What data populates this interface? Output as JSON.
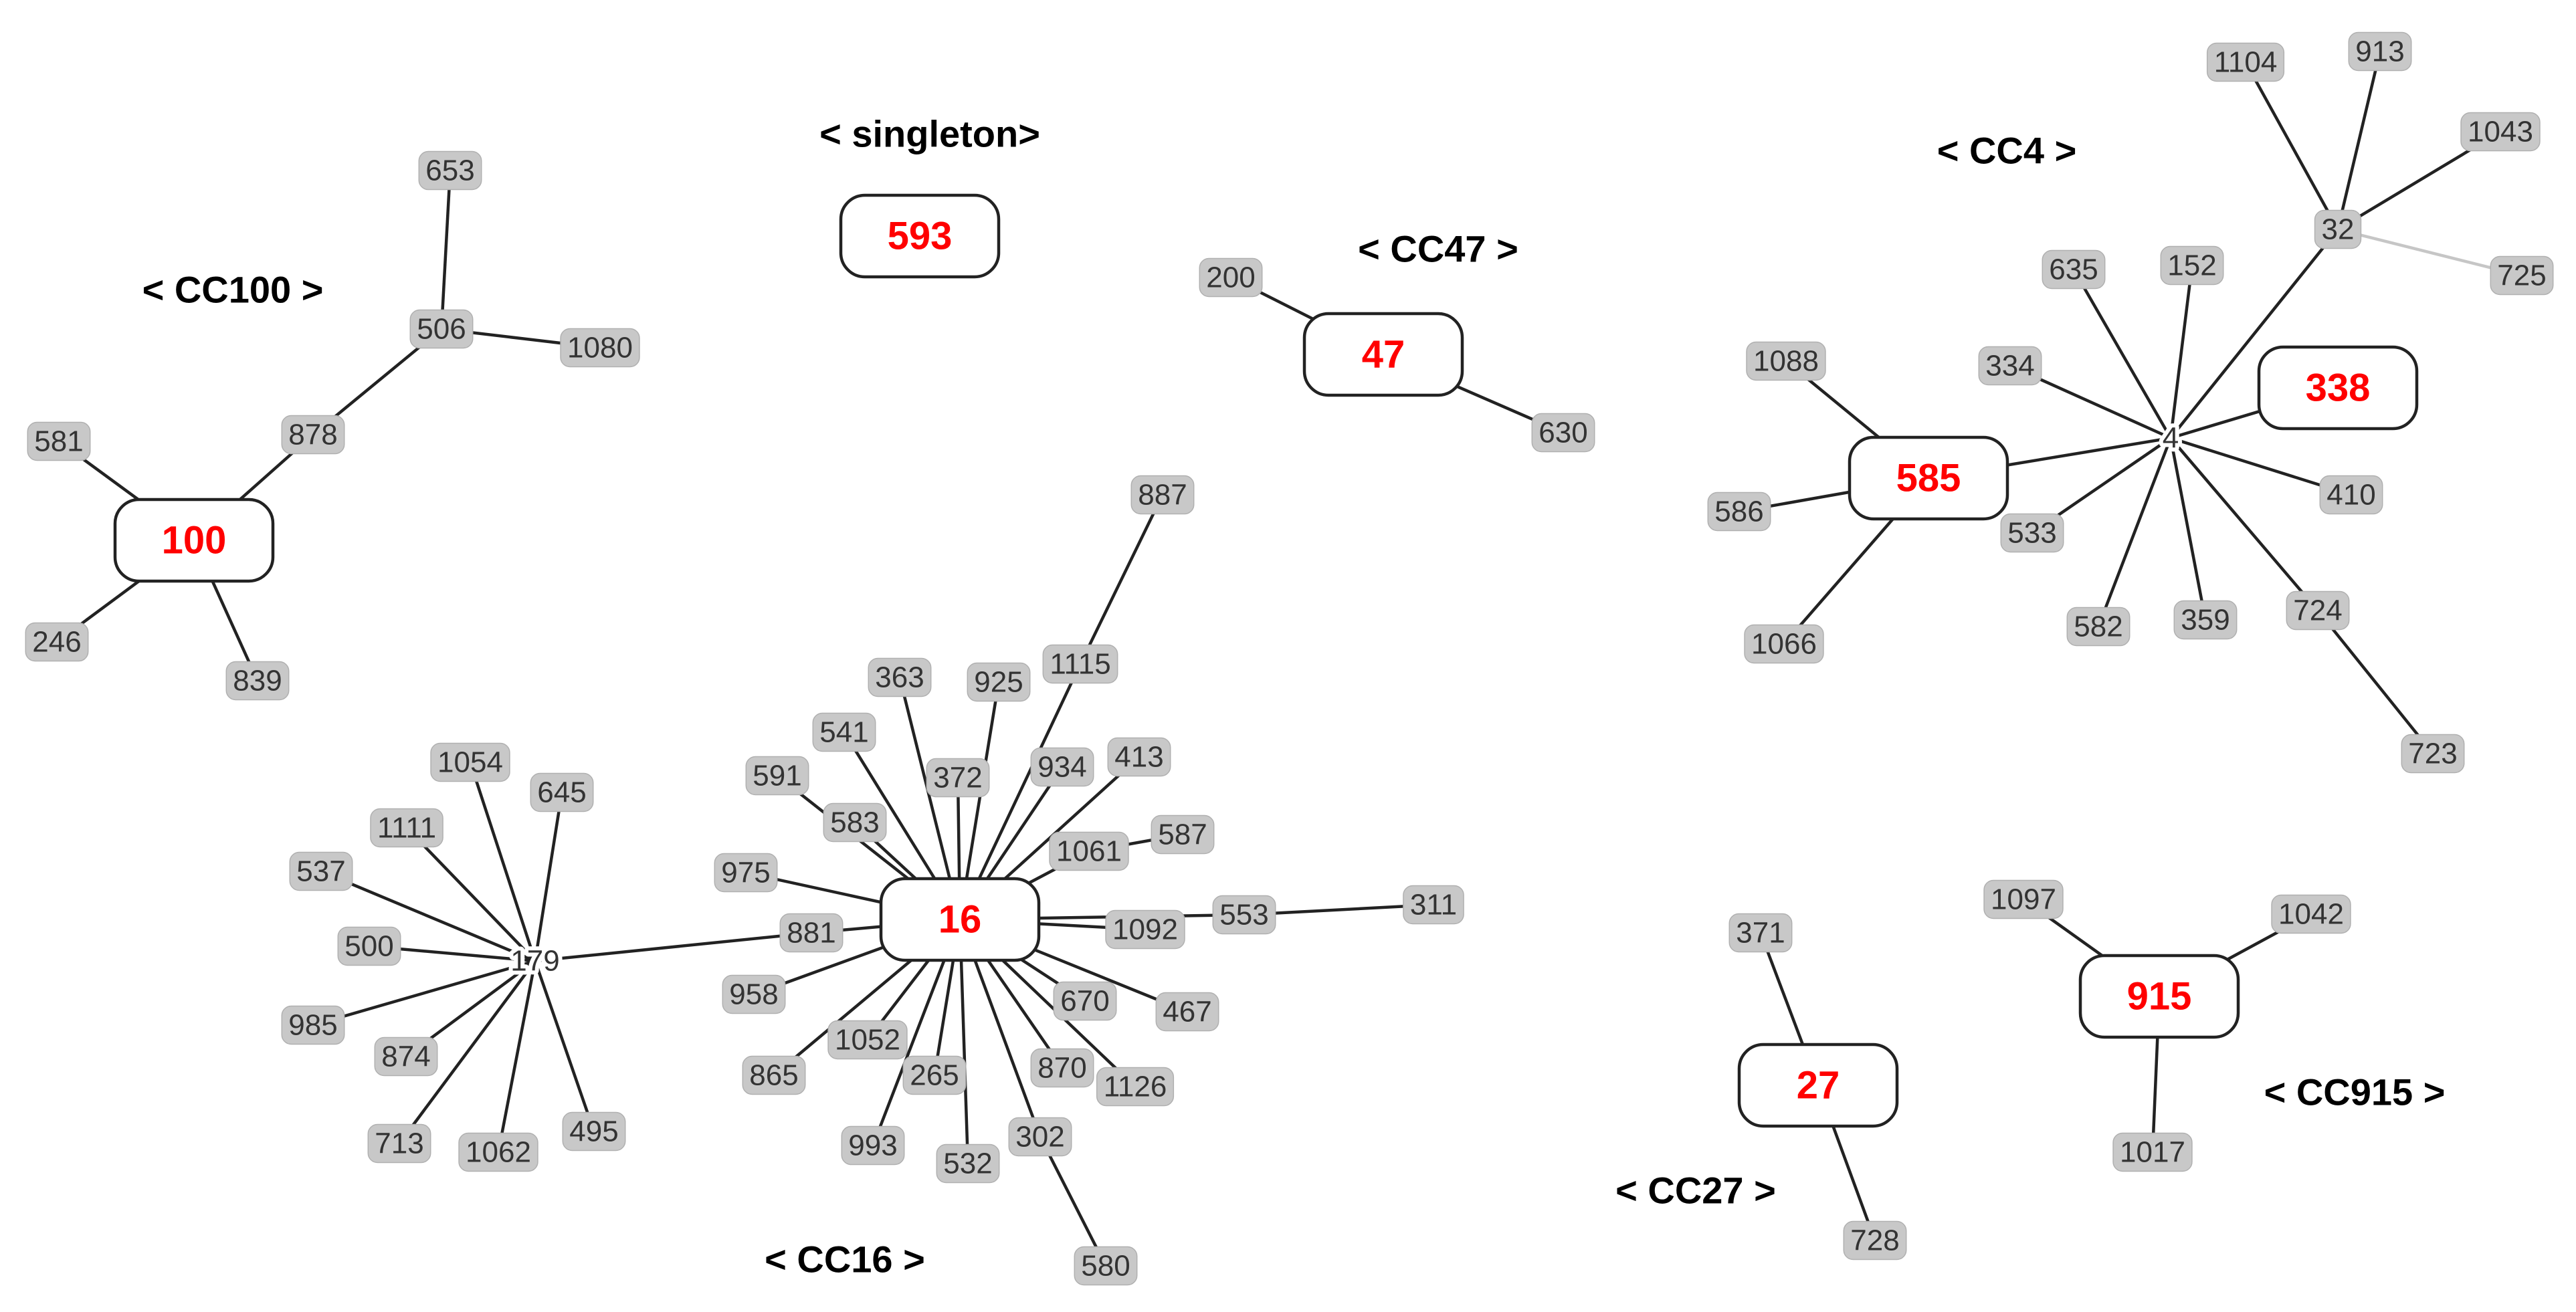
{
  "colors": {
    "founder_text": "#ff0000",
    "leaf_fill": "#c8c8c8",
    "edge": "#222222",
    "weak_edge": "#c6c6c6"
  },
  "groups": [
    {
      "id": "cc100",
      "label": "< CC100 >"
    },
    {
      "id": "singleton",
      "label": "< singleton>"
    },
    {
      "id": "cc47",
      "label": "< CC47 >"
    },
    {
      "id": "cc4",
      "label": "< CC4 >"
    },
    {
      "id": "cc16",
      "label": "< CC16 >"
    },
    {
      "id": "cc27",
      "label": "< CC27 >"
    },
    {
      "id": "cc915",
      "label": "< CC915 >"
    }
  ],
  "nodes": [
    {
      "id": "100",
      "label": "100",
      "type": "founder"
    },
    {
      "id": "581",
      "label": "581",
      "type": "leaf"
    },
    {
      "id": "246",
      "label": "246",
      "type": "leaf"
    },
    {
      "id": "839",
      "label": "839",
      "type": "leaf"
    },
    {
      "id": "878",
      "label": "878",
      "type": "leaf"
    },
    {
      "id": "506",
      "label": "506",
      "type": "leaf"
    },
    {
      "id": "653",
      "label": "653",
      "type": "leaf"
    },
    {
      "id": "1080",
      "label": "1080",
      "type": "leaf"
    },
    {
      "id": "593",
      "label": "593",
      "type": "founder"
    },
    {
      "id": "47",
      "label": "47",
      "type": "founder"
    },
    {
      "id": "200",
      "label": "200",
      "type": "leaf"
    },
    {
      "id": "630",
      "label": "630",
      "type": "leaf"
    },
    {
      "id": "4",
      "label": "4",
      "type": "hub"
    },
    {
      "id": "32",
      "label": "32",
      "type": "leaf"
    },
    {
      "id": "1104",
      "label": "1104",
      "type": "leaf"
    },
    {
      "id": "913",
      "label": "913",
      "type": "leaf"
    },
    {
      "id": "1043",
      "label": "1043",
      "type": "leaf"
    },
    {
      "id": "725",
      "label": "725",
      "type": "leaf"
    },
    {
      "id": "635",
      "label": "635",
      "type": "leaf"
    },
    {
      "id": "152",
      "label": "152",
      "type": "leaf"
    },
    {
      "id": "334",
      "label": "334",
      "type": "leaf"
    },
    {
      "id": "338",
      "label": "338",
      "type": "founder"
    },
    {
      "id": "585",
      "label": "585",
      "type": "founder"
    },
    {
      "id": "1088",
      "label": "1088",
      "type": "leaf"
    },
    {
      "id": "586",
      "label": "586",
      "type": "leaf"
    },
    {
      "id": "1066",
      "label": "1066",
      "type": "leaf"
    },
    {
      "id": "533",
      "label": "533",
      "type": "leaf"
    },
    {
      "id": "582",
      "label": "582",
      "type": "leaf"
    },
    {
      "id": "359",
      "label": "359",
      "type": "leaf"
    },
    {
      "id": "724",
      "label": "724",
      "type": "leaf"
    },
    {
      "id": "723",
      "label": "723",
      "type": "leaf"
    },
    {
      "id": "410",
      "label": "410",
      "type": "leaf"
    },
    {
      "id": "16",
      "label": "16",
      "type": "founder"
    },
    {
      "id": "887",
      "label": "887",
      "type": "leaf"
    },
    {
      "id": "1115",
      "label": "1115",
      "type": "leaf"
    },
    {
      "id": "363",
      "label": "363",
      "type": "leaf"
    },
    {
      "id": "925",
      "label": "925",
      "type": "leaf"
    },
    {
      "id": "541",
      "label": "541",
      "type": "leaf"
    },
    {
      "id": "372",
      "label": "372",
      "type": "leaf"
    },
    {
      "id": "934",
      "label": "934",
      "type": "leaf"
    },
    {
      "id": "413",
      "label": "413",
      "type": "leaf"
    },
    {
      "id": "591",
      "label": "591",
      "type": "leaf"
    },
    {
      "id": "583",
      "label": "583",
      "type": "leaf"
    },
    {
      "id": "1061",
      "label": "1061",
      "type": "leaf"
    },
    {
      "id": "587",
      "label": "587",
      "type": "leaf"
    },
    {
      "id": "975",
      "label": "975",
      "type": "leaf"
    },
    {
      "id": "881",
      "label": "881",
      "type": "leaf"
    },
    {
      "id": "1092",
      "label": "1092",
      "type": "leaf"
    },
    {
      "id": "553",
      "label": "553",
      "type": "leaf"
    },
    {
      "id": "311",
      "label": "311",
      "type": "leaf"
    },
    {
      "id": "958",
      "label": "958",
      "type": "leaf"
    },
    {
      "id": "670",
      "label": "670",
      "type": "leaf"
    },
    {
      "id": "467",
      "label": "467",
      "type": "leaf"
    },
    {
      "id": "865",
      "label": "865",
      "type": "leaf"
    },
    {
      "id": "1052",
      "label": "1052",
      "type": "leaf"
    },
    {
      "id": "265",
      "label": "265",
      "type": "leaf"
    },
    {
      "id": "870",
      "label": "870",
      "type": "leaf"
    },
    {
      "id": "1126",
      "label": "1126",
      "type": "leaf"
    },
    {
      "id": "993",
      "label": "993",
      "type": "leaf"
    },
    {
      "id": "532",
      "label": "532",
      "type": "leaf"
    },
    {
      "id": "302",
      "label": "302",
      "type": "leaf"
    },
    {
      "id": "580",
      "label": "580",
      "type": "leaf"
    },
    {
      "id": "179",
      "label": "179",
      "type": "hub"
    },
    {
      "id": "1054",
      "label": "1054",
      "type": "leaf"
    },
    {
      "id": "645",
      "label": "645",
      "type": "leaf"
    },
    {
      "id": "1111",
      "label": "1111",
      "type": "leaf"
    },
    {
      "id": "537",
      "label": "537",
      "type": "leaf"
    },
    {
      "id": "500",
      "label": "500",
      "type": "leaf"
    },
    {
      "id": "985",
      "label": "985",
      "type": "leaf"
    },
    {
      "id": "874",
      "label": "874",
      "type": "leaf"
    },
    {
      "id": "713",
      "label": "713",
      "type": "leaf"
    },
    {
      "id": "1062",
      "label": "1062",
      "type": "leaf"
    },
    {
      "id": "495",
      "label": "495",
      "type": "leaf"
    },
    {
      "id": "27",
      "label": "27",
      "type": "founder"
    },
    {
      "id": "371",
      "label": "371",
      "type": "leaf"
    },
    {
      "id": "728",
      "label": "728",
      "type": "leaf"
    },
    {
      "id": "915",
      "label": "915",
      "type": "founder"
    },
    {
      "id": "1097",
      "label": "1097",
      "type": "leaf"
    },
    {
      "id": "1042",
      "label": "1042",
      "type": "leaf"
    },
    {
      "id": "1017",
      "label": "1017",
      "type": "leaf"
    }
  ],
  "edges": [
    [
      "100",
      "581"
    ],
    [
      "100",
      "246"
    ],
    [
      "100",
      "839"
    ],
    [
      "100",
      "878"
    ],
    [
      "878",
      "506"
    ],
    [
      "506",
      "653"
    ],
    [
      "506",
      "1080"
    ],
    [
      "47",
      "200"
    ],
    [
      "47",
      "630"
    ],
    [
      "4",
      "32"
    ],
    [
      "32",
      "1104"
    ],
    [
      "32",
      "913"
    ],
    [
      "32",
      "1043"
    ],
    [
      "32",
      "725",
      "weak"
    ],
    [
      "4",
      "635"
    ],
    [
      "4",
      "152"
    ],
    [
      "4",
      "334"
    ],
    [
      "4",
      "338"
    ],
    [
      "4",
      "585"
    ],
    [
      "585",
      "1088"
    ],
    [
      "585",
      "586"
    ],
    [
      "585",
      "1066"
    ],
    [
      "4",
      "533"
    ],
    [
      "4",
      "582"
    ],
    [
      "4",
      "359"
    ],
    [
      "4",
      "724"
    ],
    [
      "724",
      "723"
    ],
    [
      "4",
      "410"
    ],
    [
      "16",
      "1115"
    ],
    [
      "1115",
      "887"
    ],
    [
      "16",
      "363"
    ],
    [
      "16",
      "925"
    ],
    [
      "16",
      "541"
    ],
    [
      "16",
      "372"
    ],
    [
      "16",
      "934"
    ],
    [
      "16",
      "413"
    ],
    [
      "16",
      "591"
    ],
    [
      "16",
      "583"
    ],
    [
      "16",
      "1061"
    ],
    [
      "1061",
      "587"
    ],
    [
      "16",
      "975"
    ],
    [
      "16",
      "881"
    ],
    [
      "16",
      "1092"
    ],
    [
      "16",
      "553"
    ],
    [
      "553",
      "311"
    ],
    [
      "16",
      "958"
    ],
    [
      "16",
      "670"
    ],
    [
      "16",
      "467"
    ],
    [
      "16",
      "865"
    ],
    [
      "16",
      "1052"
    ],
    [
      "16",
      "265"
    ],
    [
      "16",
      "870"
    ],
    [
      "16",
      "1126"
    ],
    [
      "16",
      "993"
    ],
    [
      "16",
      "532"
    ],
    [
      "16",
      "302"
    ],
    [
      "302",
      "580"
    ],
    [
      "881",
      "179"
    ],
    [
      "179",
      "1054"
    ],
    [
      "179",
      "645"
    ],
    [
      "179",
      "1111"
    ],
    [
      "179",
      "537"
    ],
    [
      "179",
      "500"
    ],
    [
      "179",
      "985"
    ],
    [
      "179",
      "874"
    ],
    [
      "179",
      "713"
    ],
    [
      "179",
      "1062"
    ],
    [
      "179",
      "495"
    ],
    [
      "27",
      "371"
    ],
    [
      "27",
      "728"
    ],
    [
      "915",
      "1097"
    ],
    [
      "915",
      "1042"
    ],
    [
      "915",
      "1017"
    ]
  ]
}
